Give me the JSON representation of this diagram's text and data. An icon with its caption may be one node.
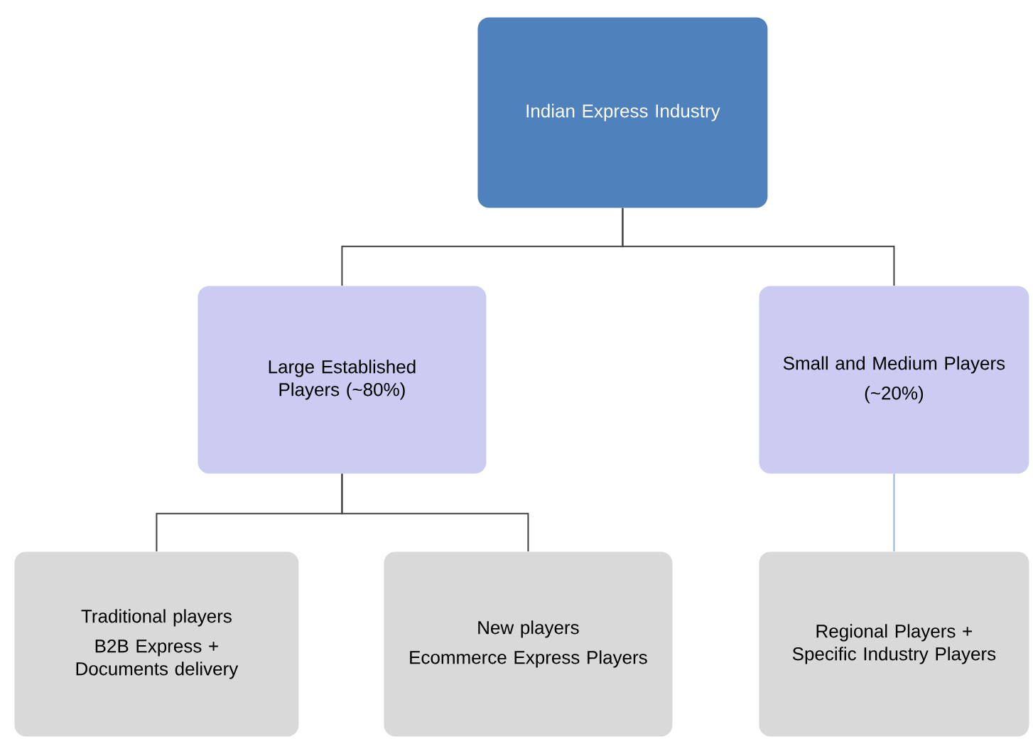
{
  "diagram": {
    "nodes": [
      {
        "text": [
          "Indian Express Industry"
        ]
      },
      {
        "text": [
          "Large Established Players (~80%)"
        ]
      },
      {
        "text": [
          "Small and Medium Players",
          "(~20%)"
        ]
      },
      {
        "text": [
          "Traditional players",
          "B2B Express + Documents delivery"
        ]
      },
      {
        "text": [
          "New players",
          "Ecommerce Express Players"
        ]
      },
      {
        "text": [
          "Regional Players + Specific Industry Players"
        ]
      }
    ],
    "edges": [
      {
        "from": 0,
        "to": 1,
        "arrow": "none"
      },
      {
        "from": 0,
        "to": 2,
        "arrow": "none"
      },
      {
        "from": 1,
        "to": 3,
        "arrow": "none"
      },
      {
        "from": 1,
        "to": 4,
        "arrow": "none"
      },
      {
        "from": 2,
        "to": 5,
        "arrow": "none",
        "color": "#95b3d7"
      }
    ]
  }
}
